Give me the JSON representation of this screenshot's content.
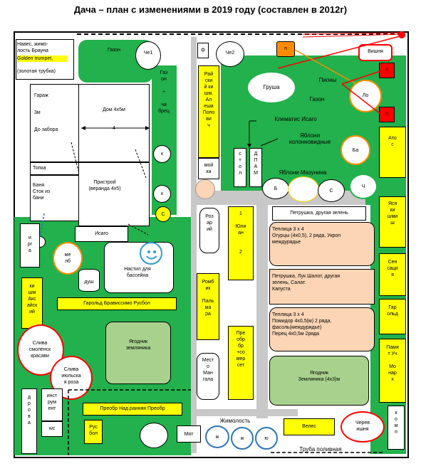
{
  "title": "Дача – план с изменениями в 2019 году (составлен в 2012г)",
  "colors": {
    "grass": "#22b14c",
    "yellow": "#ffff00",
    "gray": "#c8c8c8",
    "orange": "#ff8c00",
    "red": "#ff0000",
    "peach": "#fbd5b5",
    "sage": "#a9d18e"
  },
  "labels": {
    "naves": "Навес, жимо-\nлость Брауна",
    "golden": "Golden trumpet,",
    "zolotaya": "(золотая трубка)",
    "gazon1": "Газон",
    "che1": "Че1",
    "f": "ф",
    "che2": "Че2",
    "p_top": "п",
    "vishnya": "Вишня",
    "p_red1": "п",
    "gazon_col": "Газ\nон\n\n+\n\nча\nбрец",
    "rayskiy": "Рай\nски\nй ки\nшм.\nАл\nеша\nПопо\nви\nч",
    "grusha": "Груша",
    "piony": "Пионы",
    "gazon2": "Газон",
    "lo": "Ло",
    "p_red2": "п",
    "garazh": "Гараж",
    "m3": "3м",
    "do_zabora": "До забора",
    "dom": "Дом 4х5м",
    "four": "4",
    "klematis": "Клематис Исаго",
    "yabloni_kol": "Яблони\nколонновидные",
    "atos": "Ато\nс",
    "ba": "Ба",
    "k1": "к",
    "moyka": "мой\nка",
    "stol": "с\nт\nо\nл",
    "dpam": "Д\nП\nА\nМ",
    "yabloni_maz": "Яблони Мазунина",
    "topka": "Топка",
    "pristroy": "Пристрой\n(веранда 4х5)",
    "k2": "к",
    "b": "Б",
    "s": "С",
    "ch": "Ч",
    "banya": "Баня\nСток из\nбани",
    "c_small": "С",
    "rozariy": "Роз\nар\nий",
    "yulian": "1\n\nЮли\nан\n\n\n2",
    "petrushka1": "Петрушка, другая зелень",
    "yasya": "Яся\nки\nшми\nш",
    "isago": "Исаго",
    "teplitsa1": "Теплица 3 х 4\nОгурцы (4х0,5), 2 ряда, Укроп\nмеждурядье",
    "irga": "и\nрг\nа",
    "melb": "ме\nлб",
    "nastil": "Настил для\nбассейна",
    "dush": "душ",
    "senseisya": "Сен\nсаци\nя",
    "kishmish": "ки\nшм\nАкс\nайск\nий",
    "rombik": "Ромб\nик\n\nПаль\nма\nра",
    "petrushka2": "Петрушка, Лук Шалот, другая\nзелень, Салат.\nКапуста",
    "garold_row": "Гарольд   Брависсимо   Русбол",
    "garold_col": "Гар\nольд",
    "teplitsa2": "Теплица 3 х 4\nПомидор 4х0,5(м) 2 ряда,\nфасоль(междурядье)\nПерец 4х0,5м 2ряда",
    "yagodnik1": "Ягодник\nземляника",
    "sliva1": "Слива\nсмоленск\nкрасави",
    "preobr_col": "Пре\nобр\nбр\n+со\nмер\nсет",
    "pamyat": "Памя\nт Уч\n\nМо\nнар\nх",
    "yagodnik2": "Ягодник\nЗемляника (4х3)м",
    "mesto": "Мест\nо\nМан\nгала",
    "sliva2": "Слива\nиюльска\nя роза",
    "drova": "д\nр\nо\nв\nа",
    "instrument": "инст\nрум\nент",
    "wc": "wc",
    "preobr_row": "Преобр   Над.ранняя   Преобр",
    "zhimolost": "Жимолость",
    "rusbol": "Рус\nбол",
    "myat": "Мят",
    "zh1": "ж",
    "zh2": "ж",
    "yu": "ю",
    "veles": "Велес",
    "cheremsha": "Черев\nишня",
    "komp": "к\nо\nм\nп",
    "truba": "Труба поливная"
  }
}
